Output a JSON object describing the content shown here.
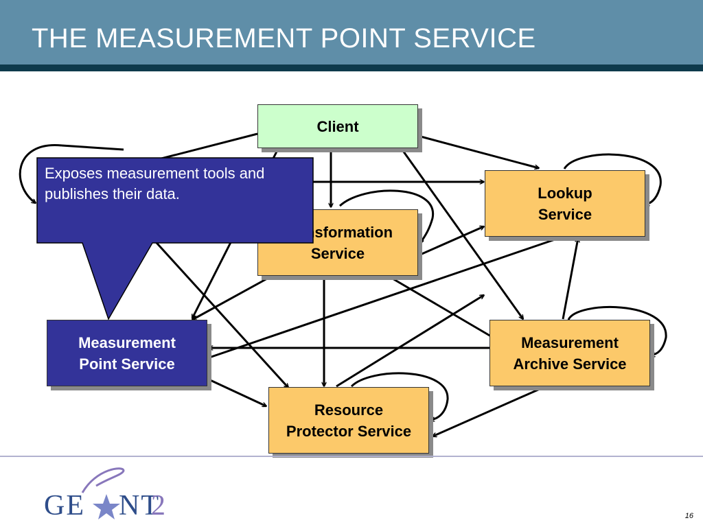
{
  "slide": {
    "title": "THE MEASUREMENT POINT SERVICE",
    "page_number": "16"
  },
  "nodes": {
    "client": "Client",
    "lookup": "Lookup\nService",
    "transformation": "Transformation\nService",
    "measurement_point": "Measurement\nPoint Service",
    "measurement_archive": "Measurement\nArchive Service",
    "resource_protector": "Resource\nProtector Service"
  },
  "callout": {
    "text": "Exposes measurement tools and publishes their data."
  },
  "logo": {
    "text": "GEANT2"
  },
  "colors": {
    "header": "#5f8ea8",
    "header_bar": "#0e3a4c",
    "service_box": "#fcc96a",
    "client_box": "#ccffcc",
    "highlight_box": "#333399",
    "logo_blue": "#2e4d8a"
  }
}
